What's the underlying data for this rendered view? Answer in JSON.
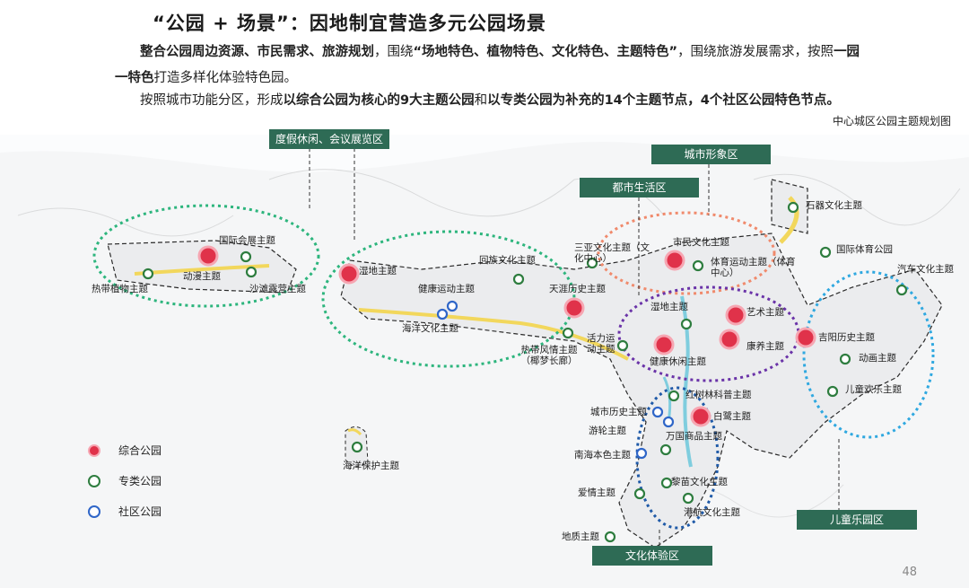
{
  "header": {
    "title": "“公园 + 场景”：因地制宜营造多元公园场景",
    "p1_a": "整合公园周边资源、市民需求、旅游规划",
    "p1_b": "，围绕",
    "p1_c": "“场地特色、植物特色、文化特色、主题特色”",
    "p1_d": "，围绕旅游发展需求，按照",
    "p1_e": "一园一特色",
    "p1_f": "打造多样化体验特色园。",
    "p2_a": "按照城市功能分区，形成",
    "p2_b": "以综合公园为核心的9大主题公园",
    "p2_c": "和",
    "p2_d": "以专类公园为补充的14个主题节点，4个社区公园特色节点。",
    "map_title": "中心城区公园主题规划图"
  },
  "zones": [
    {
      "key": "z1",
      "label": "度假休闲、会议展览区"
    },
    {
      "key": "z2",
      "label": "城市形象区"
    },
    {
      "key": "z3",
      "label": "都市生活区"
    },
    {
      "key": "z4",
      "label": "儿童乐园区"
    },
    {
      "key": "z5",
      "label": "文化体验区"
    }
  ],
  "parks": [
    {
      "key": "a1",
      "label": "国际会展主题",
      "type": "special"
    },
    {
      "key": "a2",
      "label": "动漫主题",
      "type": "comprehensive"
    },
    {
      "key": "a3",
      "label": "热带植物主题",
      "type": "special"
    },
    {
      "key": "a4",
      "label": "沙滩露营主题",
      "type": "special"
    },
    {
      "key": "a5",
      "label": "湿地主题",
      "type": "comprehensive"
    },
    {
      "key": "a6",
      "label": "健康运动主题",
      "type": "community"
    },
    {
      "key": "a7",
      "label": "海洋文化主题",
      "type": "community"
    },
    {
      "key": "a8",
      "label": "回族文化主题",
      "type": "special"
    },
    {
      "key": "a9",
      "label": "天涯历史主题",
      "type": "comprehensive"
    },
    {
      "key": "a10",
      "label": "三亚文化主题（文化中心）",
      "type": "special"
    },
    {
      "key": "a11",
      "label": "市民文化主题",
      "type": "comprehensive"
    },
    {
      "key": "a12",
      "label": "体育运动主题（体育中心）",
      "type": "special"
    },
    {
      "key": "a13",
      "label": "石器文化主题",
      "type": "special"
    },
    {
      "key": "a14",
      "label": "国际体育公园",
      "type": "special"
    },
    {
      "key": "a15",
      "label": "汽车文化主题",
      "type": "special"
    },
    {
      "key": "a16",
      "label": "湿地主题",
      "type": "special"
    },
    {
      "key": "a17",
      "label": "艺术主题",
      "type": "comprehensive"
    },
    {
      "key": "a18",
      "label": "康养主题",
      "type": "comprehensive"
    },
    {
      "key": "a19",
      "label": "吉阳历史主题",
      "type": "comprehensive"
    },
    {
      "key": "a20",
      "label": "动画主题",
      "type": "special"
    },
    {
      "key": "a21",
      "label": "儿童欢乐主题",
      "type": "special"
    },
    {
      "key": "a22",
      "label": "热带风情主题（椰梦长廊）",
      "type": "special"
    },
    {
      "key": "a23",
      "label": "活力运动主题",
      "type": "special"
    },
    {
      "key": "a24",
      "label": "健康休闲主题",
      "type": "comprehensive"
    },
    {
      "key": "a25",
      "label": "红树林科普主题",
      "type": "special"
    },
    {
      "key": "a26",
      "label": "白鹭主题",
      "type": "comprehensive"
    },
    {
      "key": "a27",
      "label": "城市历史主题",
      "type": "community"
    },
    {
      "key": "a28",
      "label": "游轮主题",
      "type": "community"
    },
    {
      "key": "a29",
      "label": "万国商品主题",
      "type": "special"
    },
    {
      "key": "a30",
      "label": "南海本色主题",
      "type": "community"
    },
    {
      "key": "a31",
      "label": "海洋保护主题",
      "type": "special"
    },
    {
      "key": "a32",
      "label": "黎苗文化主题",
      "type": "special"
    },
    {
      "key": "a33",
      "label": "爱情主题",
      "type": "special"
    },
    {
      "key": "a34",
      "label": "港航文化主题",
      "type": "special"
    },
    {
      "key": "a35",
      "label": "地质主题",
      "type": "special"
    }
  ],
  "legend": [
    {
      "label": "综合公园",
      "color": "#e0324a"
    },
    {
      "label": "专类公园",
      "color": "#2e7d3f"
    },
    {
      "label": "社区公园",
      "color": "#2f66c8"
    }
  ],
  "colors": {
    "comprehensive": "#e0324a",
    "special": "#2e7d3f",
    "community": "#2f66c8",
    "zone_box": "#2e6b55"
  },
  "page_number": "48"
}
